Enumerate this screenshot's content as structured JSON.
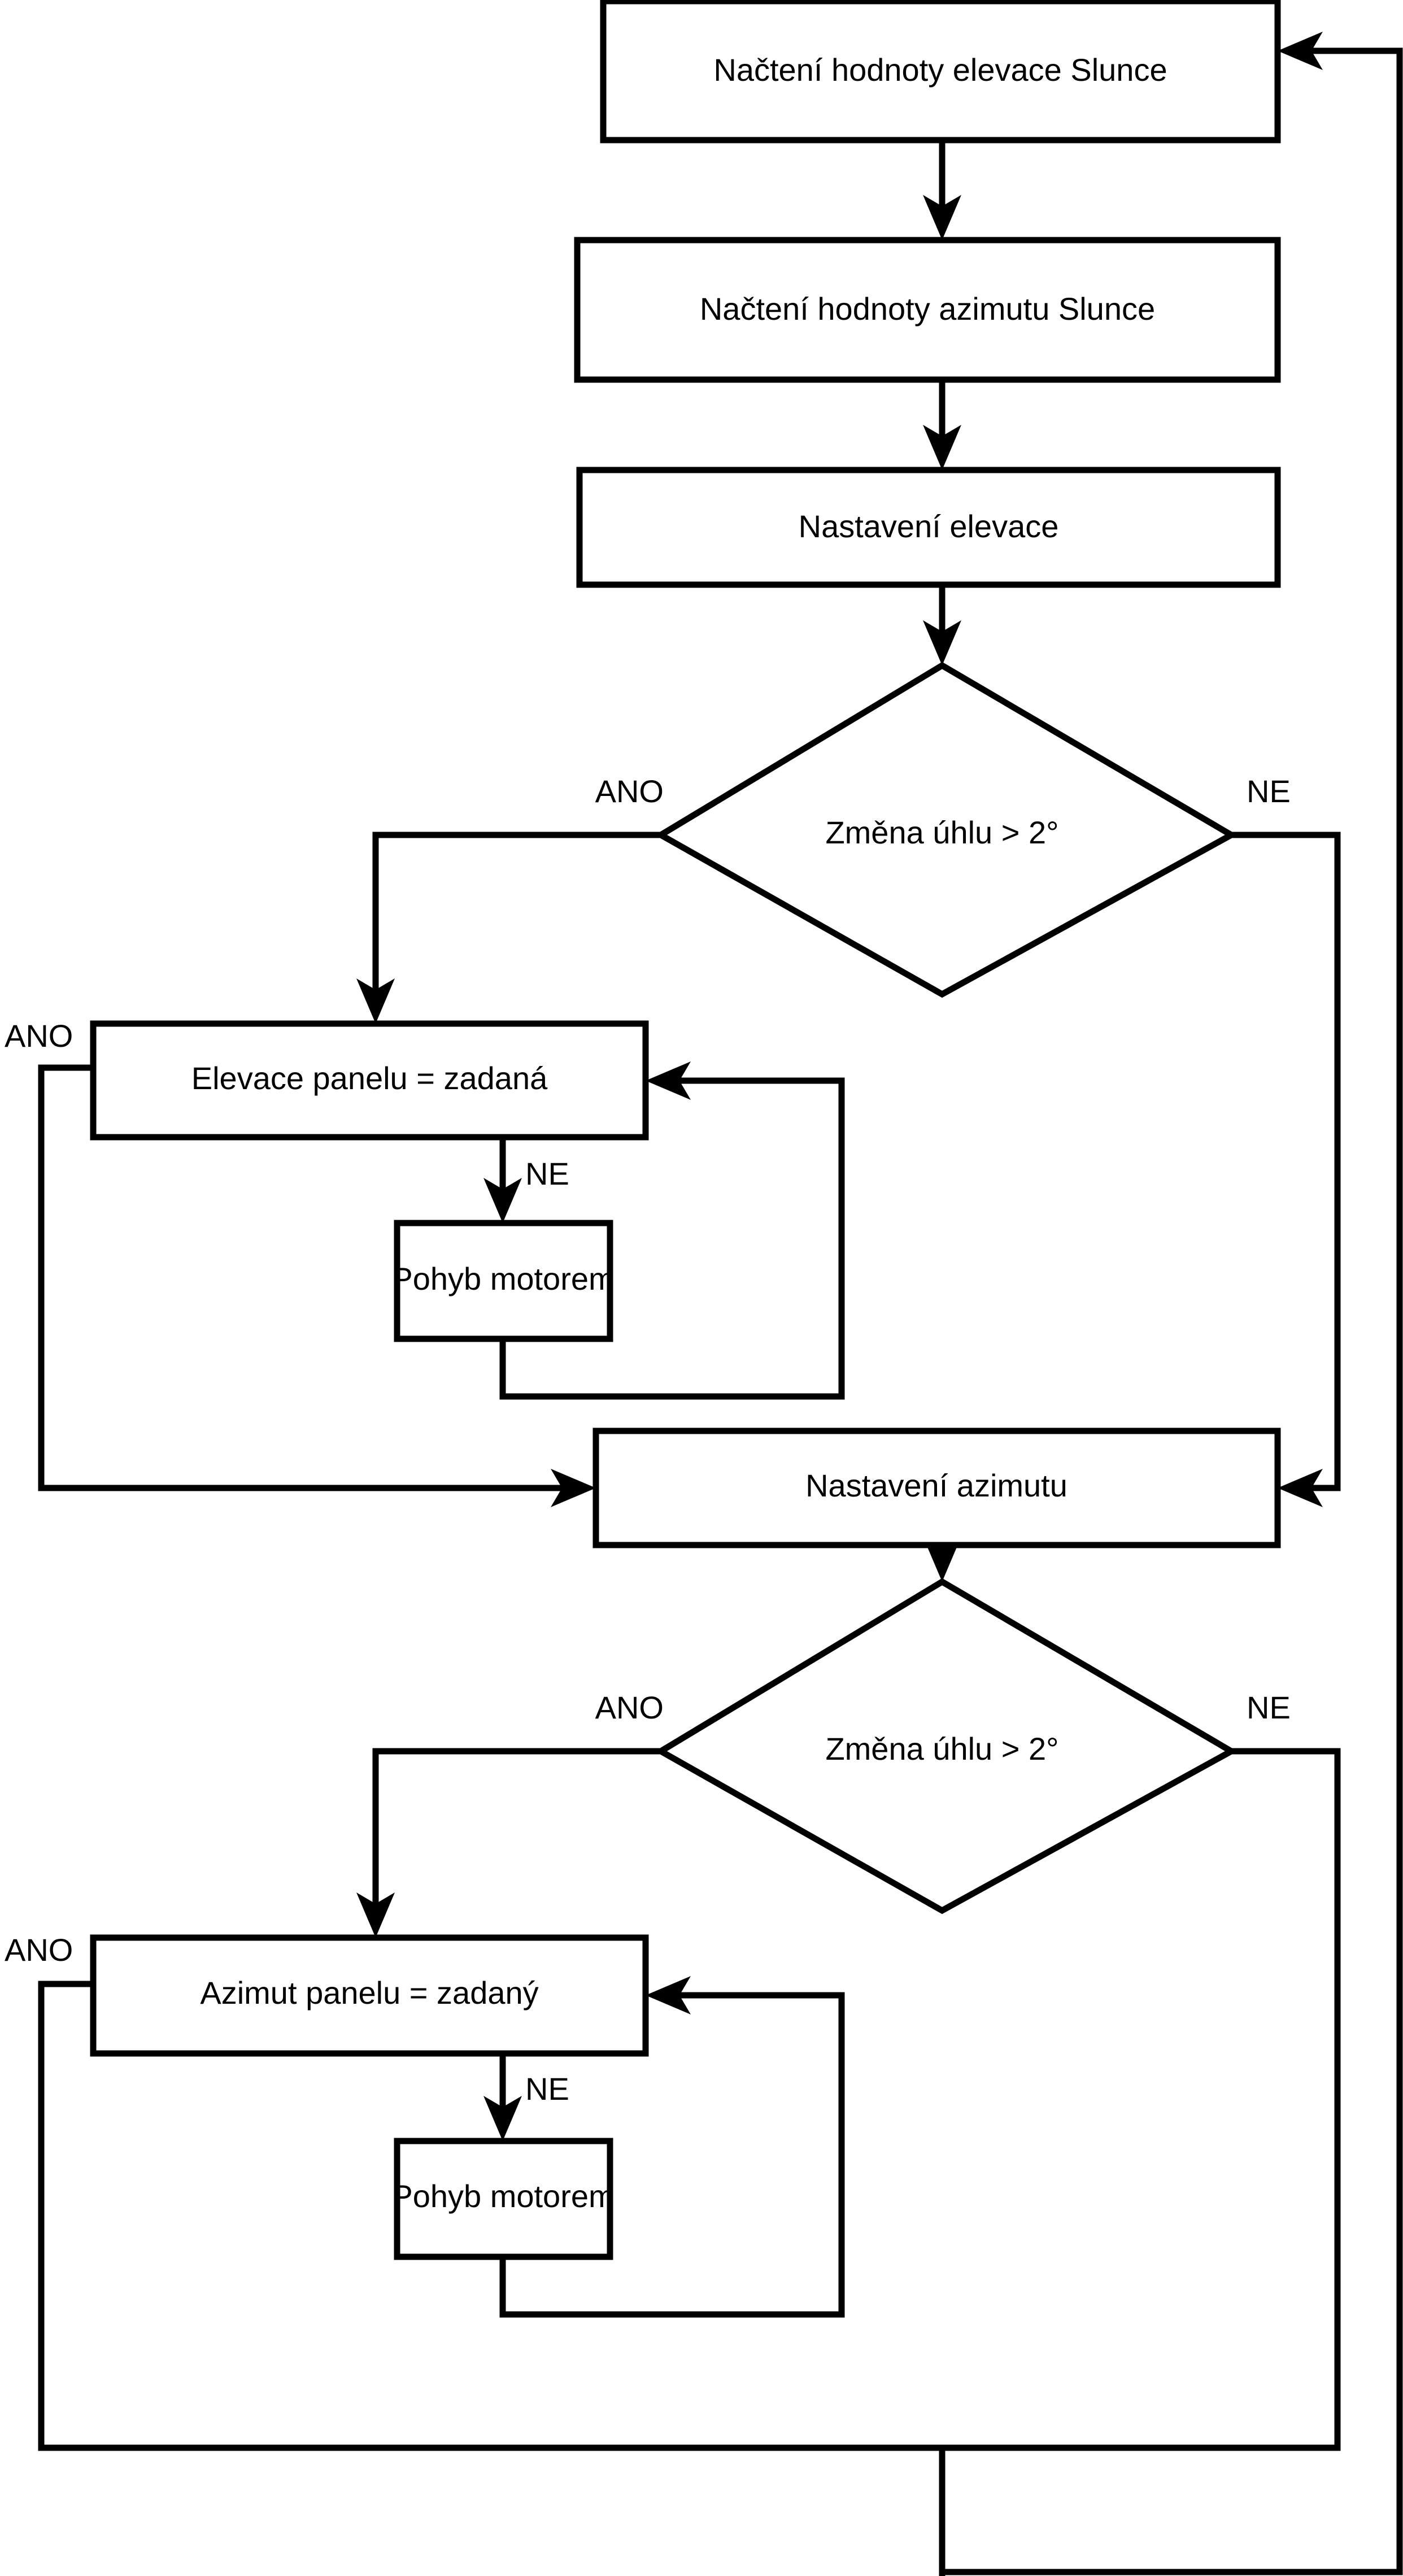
{
  "diagram": {
    "type": "flowchart",
    "language": "cs",
    "title": "Vývojový diagram řízení solárního panelu",
    "background_color": "#ffffff",
    "line_color": "#000000",
    "node_fill": "#ffffff",
    "nodes": [
      {
        "id": "read_elevation",
        "shape": "rectangle",
        "label": "Načtení hodnoty elevace Slunce"
      },
      {
        "id": "read_azimuth",
        "shape": "rectangle",
        "label": "Načtení hodnoty azimutu Slunce"
      },
      {
        "id": "set_elevation",
        "shape": "rectangle",
        "label": "Nastavení elevace"
      },
      {
        "id": "decide_elev",
        "shape": "diamond",
        "label": "Změna úhlu > 2°"
      },
      {
        "id": "elev_equals",
        "shape": "rectangle",
        "label": "Elevace panelu = zadaná"
      },
      {
        "id": "motor_elev",
        "shape": "rectangle",
        "label": "Pohyb motorem"
      },
      {
        "id": "set_azimuth",
        "shape": "rectangle",
        "label": "Nastavení azimutu"
      },
      {
        "id": "decide_azim",
        "shape": "diamond",
        "label": "Změna úhlu > 2°"
      },
      {
        "id": "azim_equals",
        "shape": "rectangle",
        "label": "Azimut panelu = zadaný"
      },
      {
        "id": "motor_azim",
        "shape": "rectangle",
        "label": "Pohyb motorem"
      }
    ],
    "edge_labels": {
      "decide_elev_yes": "ANO",
      "decide_elev_no": "NE",
      "elev_equals_yes": "ANO",
      "elev_equals_no": "NE",
      "decide_azim_yes": "ANO",
      "decide_azim_no": "NE",
      "azim_equals_yes": "ANO",
      "azim_equals_no": "NE"
    },
    "edges": [
      {
        "from": "read_elevation",
        "to": "read_azimuth",
        "label": ""
      },
      {
        "from": "read_azimuth",
        "to": "set_elevation",
        "label": ""
      },
      {
        "from": "set_elevation",
        "to": "decide_elev",
        "label": ""
      },
      {
        "from": "decide_elev",
        "to": "elev_equals",
        "label": "ANO"
      },
      {
        "from": "decide_elev",
        "to": "set_azimuth",
        "label": "NE"
      },
      {
        "from": "elev_equals",
        "to": "motor_elev",
        "label": "NE"
      },
      {
        "from": "motor_elev",
        "to": "elev_equals",
        "label": ""
      },
      {
        "from": "elev_equals",
        "to": "set_azimuth",
        "label": "ANO"
      },
      {
        "from": "set_azimuth",
        "to": "decide_azim",
        "label": ""
      },
      {
        "from": "decide_azim",
        "to": "azim_equals",
        "label": "ANO"
      },
      {
        "from": "decide_azim",
        "to": "read_elevation",
        "label": "NE"
      },
      {
        "from": "azim_equals",
        "to": "motor_azim",
        "label": "NE"
      },
      {
        "from": "motor_azim",
        "to": "azim_equals",
        "label": ""
      },
      {
        "from": "azim_equals",
        "to": "read_elevation",
        "label": "ANO"
      }
    ]
  }
}
